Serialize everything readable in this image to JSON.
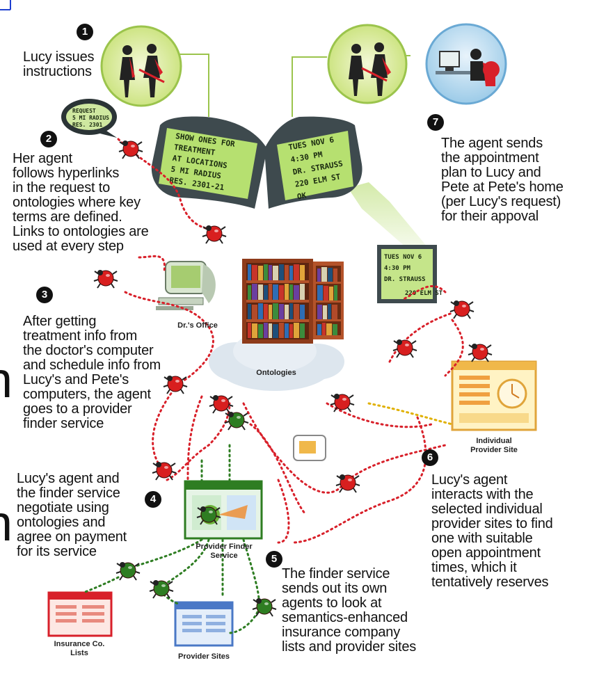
{
  "steps": [
    {
      "number": "1",
      "text": "Lucy issues\ninstructions"
    },
    {
      "number": "2",
      "text": "Her agent\nfollows hyperlinks\nin the request to\nontologies where key\nterms are defined.\nLinks to ontologies are\nused at every step"
    },
    {
      "number": "3",
      "text": "After getting\ntreatment info from\nthe doctor's computer\nand schedule info from\nLucy's and Pete's\ncomputers, the agent\ngoes to a provider\nfinder service"
    },
    {
      "number": "4",
      "text": "Lucy's agent and\nthe finder service\nnegotiate using\nontologies and\nagree on payment\nfor its service"
    },
    {
      "number": "5",
      "text": "The finder service\nsends out its own\nagents to look at\nsemantics-enhanced\ninsurance company\nlists and provider sites"
    },
    {
      "number": "6",
      "text": "Lucy's agent\ninteracts with the\nselected individual\nprovider sites to find\none with suitable\nopen appointment\ntimes, which it\ntentatively reserves"
    },
    {
      "number": "7",
      "text": "The agent sends\nthe appointment\nplan to Lucy and\nPete at Pete's home\n(per Lucy's request)\nfor their appoval"
    }
  ],
  "labels": {
    "ontologies": "Ontologies",
    "doc_office": "Dr.'s Office",
    "individual_provider": "Individual\nProvider Site",
    "provider_finder": "Provider Finder\nService",
    "insurance": "Insurance Co.\nLists",
    "provider_sites": "Provider Sites"
  },
  "screens": {
    "left": [
      "SHOW ONES FOR",
      "TREATMENT",
      "AT LOCATIONS",
      "5 MI RADIUS",
      "RES. 2301-21"
    ],
    "right": [
      "TUES NOV 6",
      "4:30 PM",
      "DR. STRAUSS",
      "220 ELM ST",
      "OK"
    ],
    "plan_card": [
      "TUES NOV 6",
      "4:30 PM",
      "DR. STRAUSS",
      "220 ELM ST"
    ],
    "bubble": [
      "REQUEST",
      "5 MI RADIUS",
      "RES. 2301"
    ]
  },
  "edge_fragments": [
    "n",
    "n"
  ],
  "colors": {
    "arrow": "#d8202a",
    "agent": "#d81f1f",
    "finder_agent": "#2e7d22",
    "screen": "#b6e070",
    "book_shelf": "#b4532a",
    "cloud": "#dde6ee"
  }
}
